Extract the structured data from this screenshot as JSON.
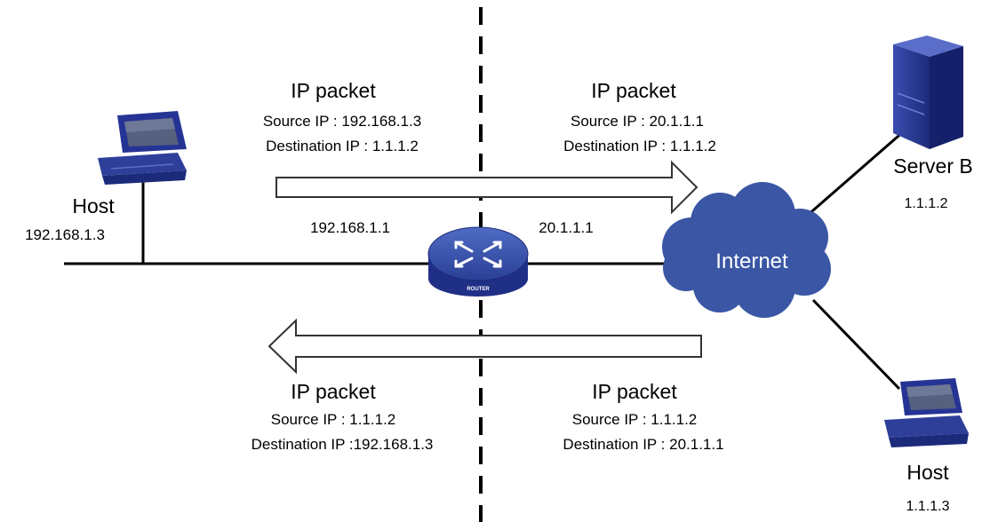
{
  "left_host": {
    "label": "Host",
    "ip": "192.168.1.3"
  },
  "router": {
    "left_ip": "192.168.1.1",
    "right_ip": "20.1.1.1",
    "badge": "ROUTER"
  },
  "internet": {
    "label": "Internet"
  },
  "server_b": {
    "label": "Server B",
    "ip": "1.1.1.2"
  },
  "right_host": {
    "label": "Host",
    "ip": "1.1.1.3"
  },
  "packets": {
    "top_left": {
      "title": "IP packet",
      "source": "Source IP : 192.168.1.3",
      "destination": "Destination IP : 1.1.1.2"
    },
    "top_right": {
      "title": "IP packet",
      "source": "Source IP : 20.1.1.1",
      "destination": "Destination IP : 1.1.1.2"
    },
    "bottom_left": {
      "title": "IP packet",
      "source": "Source IP : 1.1.1.2",
      "destination": "Destination IP :192.168.1.3"
    },
    "bottom_right": {
      "title": "IP packet",
      "source": "Source IP : 1.1.1.2",
      "destination": "Destination IP : 20.1.1.1"
    }
  },
  "colors": {
    "device_blue": "#2e3f9a",
    "cloud_blue": "#3a56a5",
    "line": "#000000",
    "arrow_outline": "#333333"
  }
}
